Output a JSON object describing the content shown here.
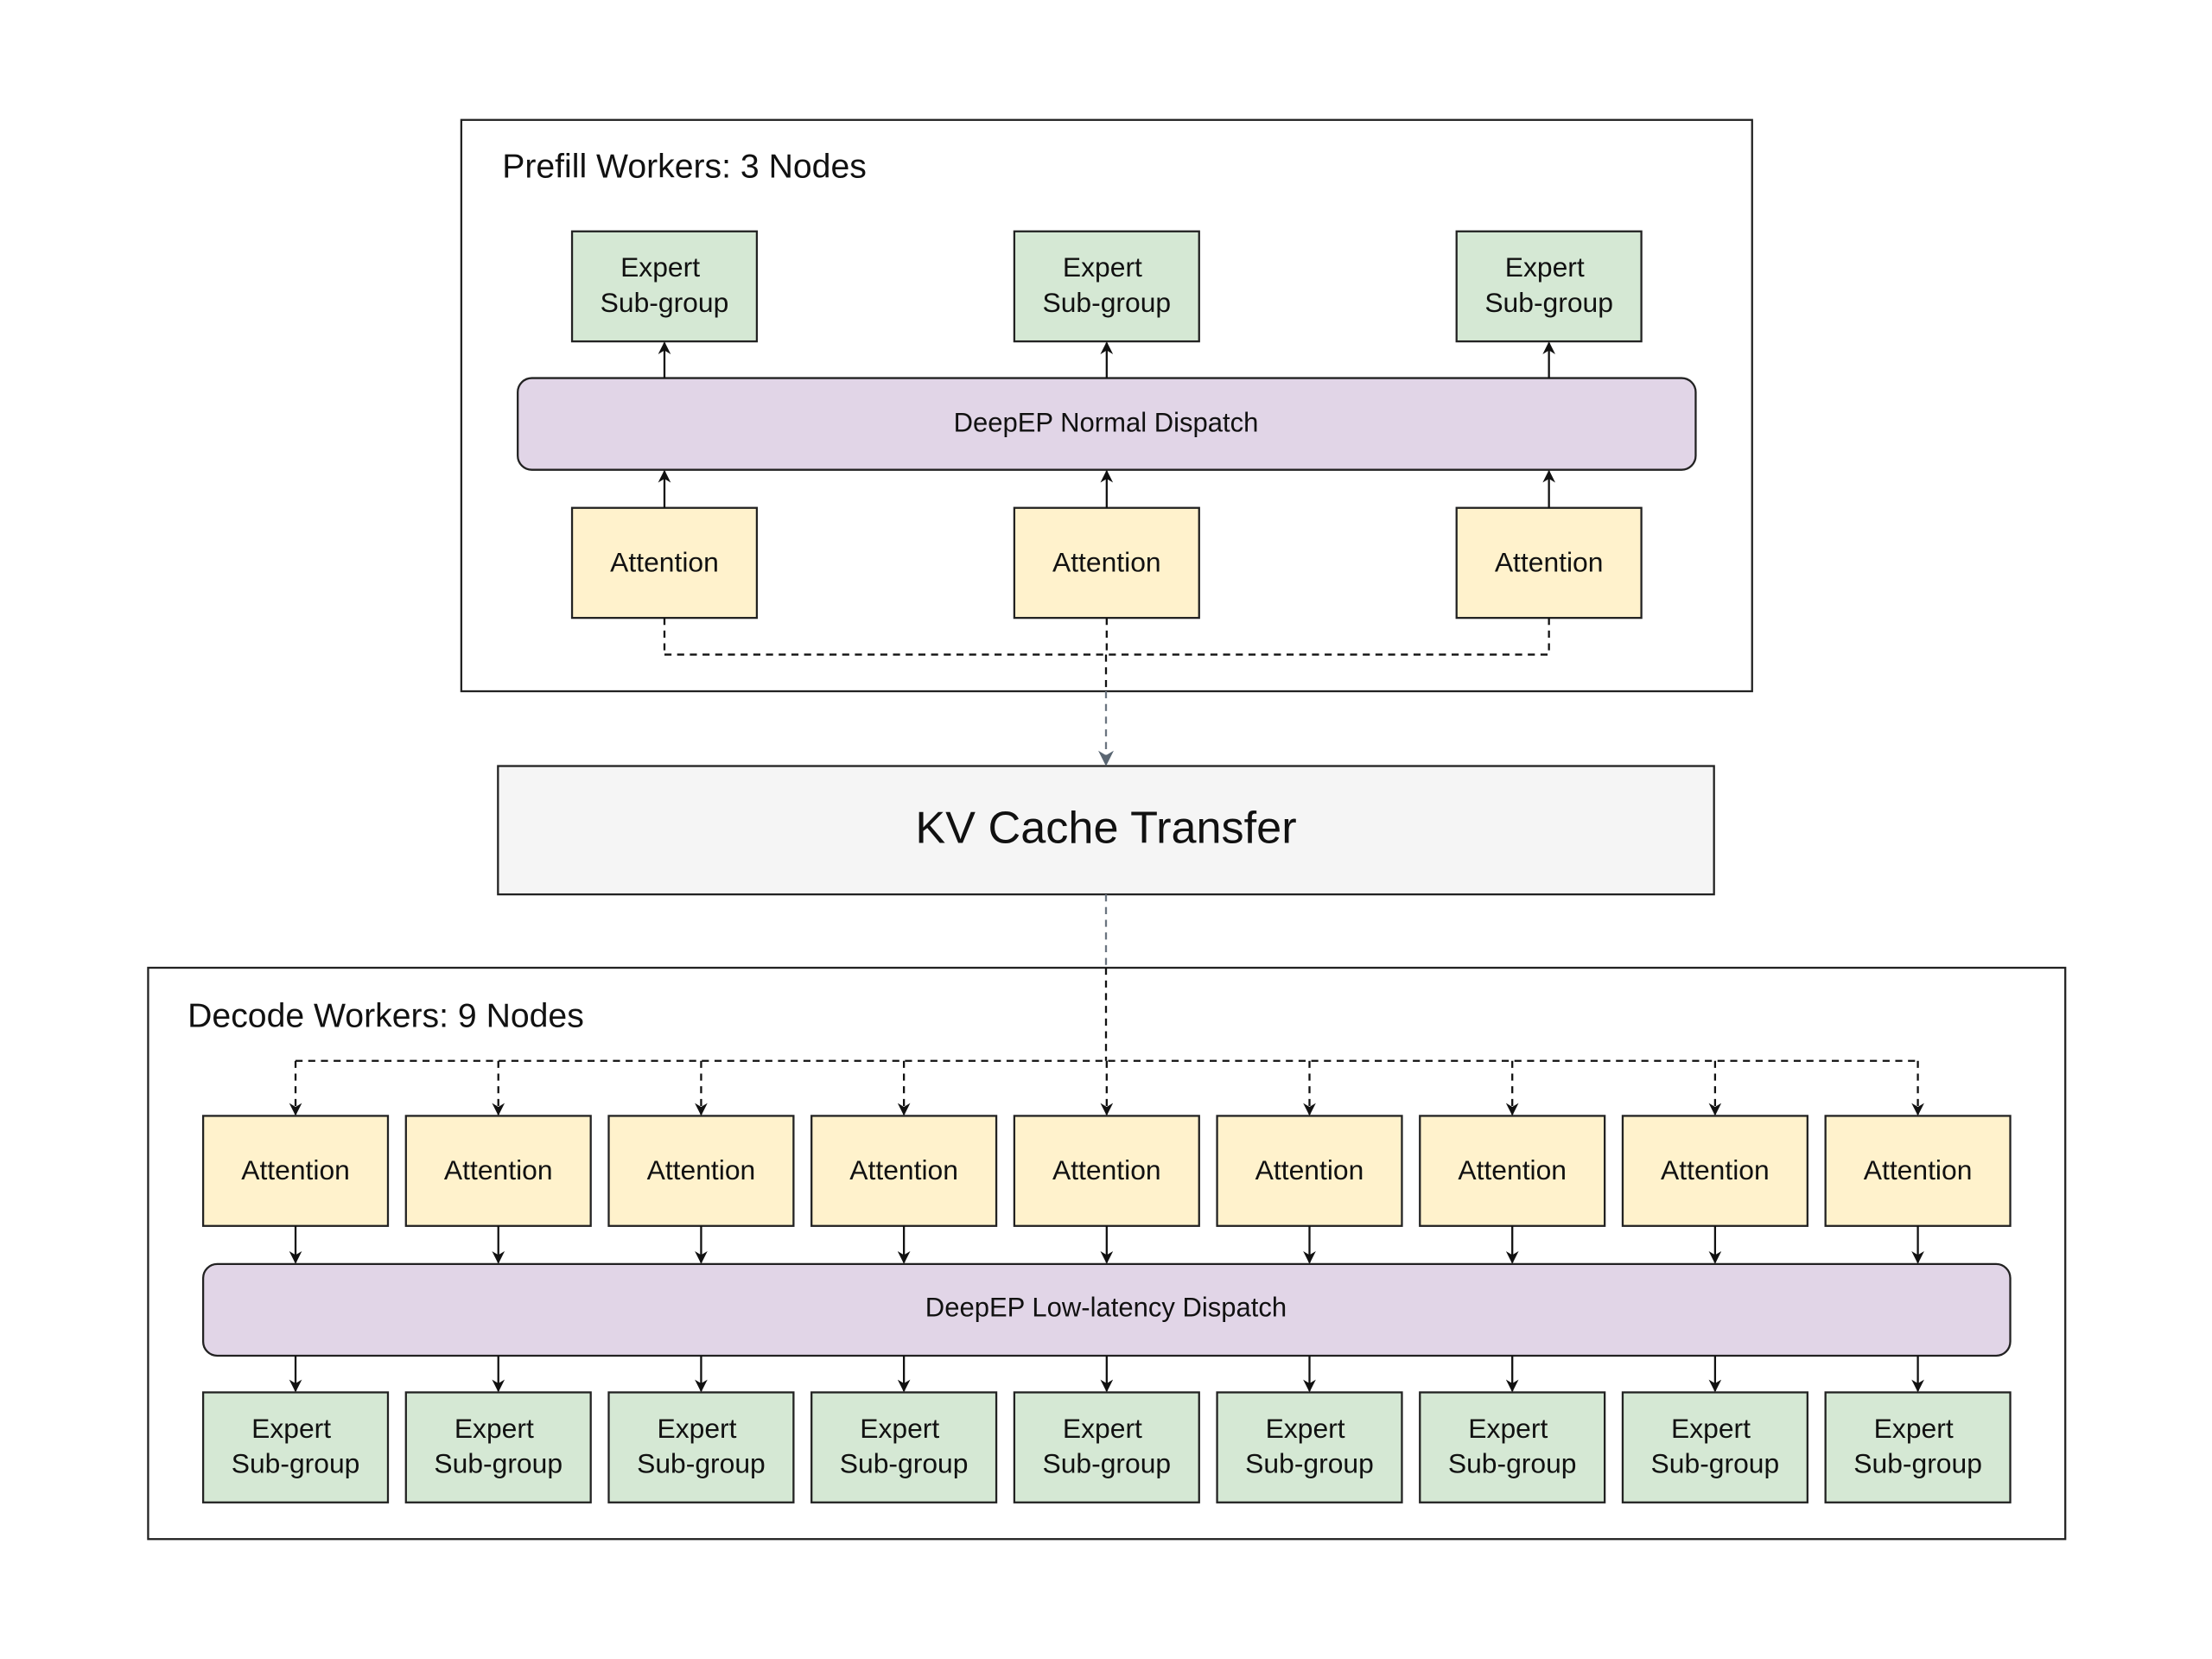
{
  "colors": {
    "attention_fill": "#fff2cc",
    "expert_fill": "#d5e8d4",
    "dispatch_fill": "#e1d5e7",
    "kv_fill": "#f5f5f5",
    "stroke": "#222222",
    "transfer_arrow": "#5a6672"
  },
  "prefill": {
    "title": "Prefill Workers: 3 Nodes",
    "node_count": 3,
    "dispatch_label": "DeepEP Normal Dispatch",
    "attention_label": "Attention",
    "expert_label_line1": "Expert",
    "expert_label_line2": "Sub-group",
    "flow": "attention-to-dispatch-to-expert"
  },
  "kv_cache": {
    "label": "KV Cache Transfer"
  },
  "decode": {
    "title": "Decode Workers: 9 Nodes",
    "node_count": 9,
    "dispatch_label": "DeepEP Low-latency Dispatch",
    "attention_label": "Attention",
    "expert_label_line1": "Expert",
    "expert_label_line2": "Sub-group",
    "flow": "attention-to-dispatch-to-expert"
  }
}
